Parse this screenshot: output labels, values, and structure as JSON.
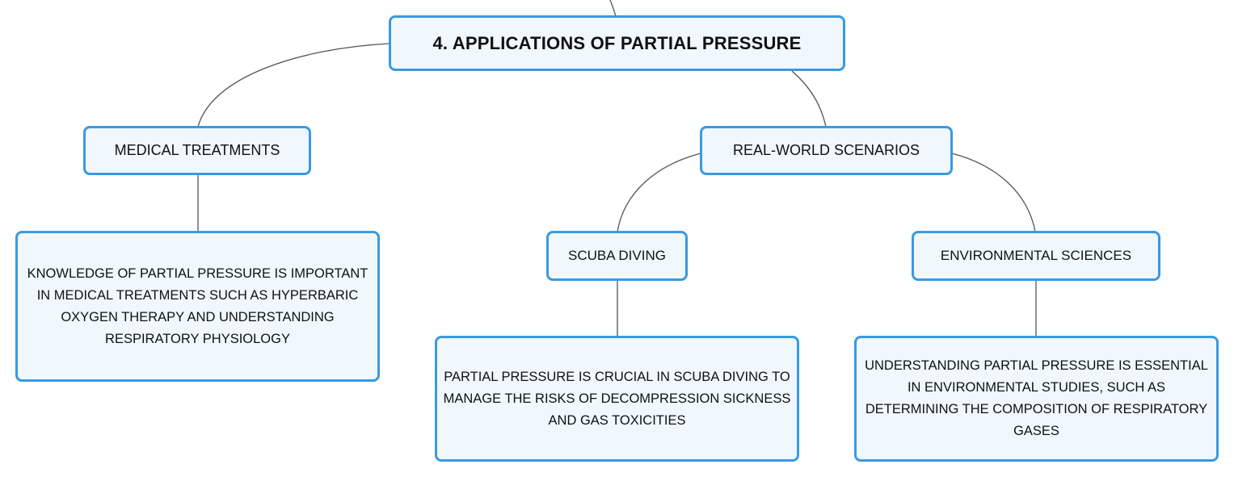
{
  "mindmap": {
    "root": {
      "label": "4. APPLICATIONS OF PARTIAL PRESSURE"
    },
    "medical": {
      "label": "MEDICAL TREATMENTS",
      "detail": "KNOWLEDGE OF PARTIAL PRESSURE IS IMPORTANT IN MEDICAL TREATMENTS SUCH AS HYPERBARIC OXYGEN THERAPY AND UNDERSTANDING RESPIRATORY PHYSIOLOGY"
    },
    "real_world": {
      "label": "REAL-WORLD SCENARIOS",
      "scuba": {
        "label": "SCUBA DIVING",
        "detail": "PARTIAL PRESSURE IS CRUCIAL IN SCUBA DIVING TO MANAGE THE RISKS OF DECOMPRESSION SICKNESS AND GAS TOXICITIES"
      },
      "environmental": {
        "label": "ENVIRONMENTAL SCIENCES",
        "detail": "UNDERSTANDING PARTIAL PRESSURE IS ESSENTIAL IN ENVIRONMENTAL STUDIES, SUCH AS DETERMINING THE COMPOSITION OF RESPIRATORY GASES"
      }
    },
    "colors": {
      "node_border": "#3a9ae0",
      "node_fill": "#f0f7fd",
      "connector": "#555555",
      "text": "#111111"
    }
  }
}
